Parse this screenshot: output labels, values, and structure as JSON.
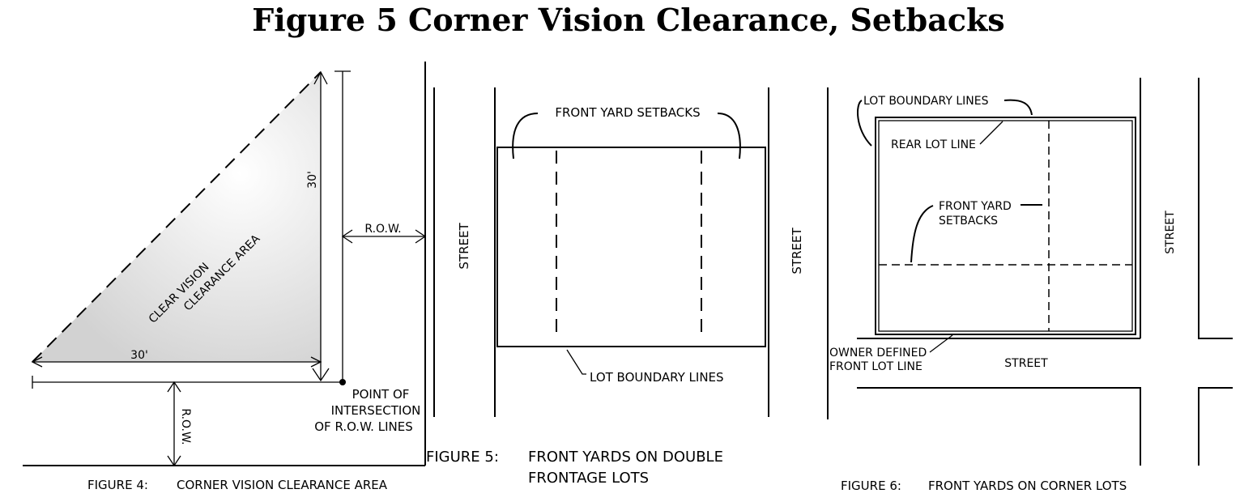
{
  "title": "Figure 5 Corner Vision Clearance, Setbacks",
  "figure4": {
    "caption_num": "FIGURE 4:",
    "caption_text": "CORNER VISION CLEARANCE AREA",
    "area_line1": "CLEAR VISION",
    "area_line2": "CLEARANCE AREA",
    "dim_vertical": "30'",
    "dim_horizontal": "30'",
    "row_right": "R.O.W.",
    "row_bottom": "R.O.W.",
    "point_line1": "POINT OF",
    "point_line2": "INTERSECTION",
    "point_line3": "OF R.O.W. LINES",
    "area_fill": "#e6e6e6"
  },
  "figure5": {
    "caption_num": "FIGURE 5:",
    "caption_line1": "FRONT YARDS ON DOUBLE",
    "caption_line2": "FRONTAGE LOTS",
    "front_yard_setbacks": "FRONT YARD SETBACKS",
    "lot_boundary_lines": "LOT BOUNDARY LINES",
    "street_left": "STREET",
    "street_right": "STREET"
  },
  "figure6": {
    "caption_num": "FIGURE 6:",
    "caption_text": "FRONT YARDS ON CORNER LOTS",
    "lot_boundary_lines": "LOT BOUNDARY LINES",
    "rear_lot_line": "REAR LOT LINE",
    "front_yard_line1": "FRONT YARD",
    "front_yard_line2": "SETBACKS",
    "owner_line1": "OWNER DEFINED",
    "owner_line2": "FRONT LOT LINE",
    "street_bottom": "STREET",
    "street_right": "STREET"
  }
}
